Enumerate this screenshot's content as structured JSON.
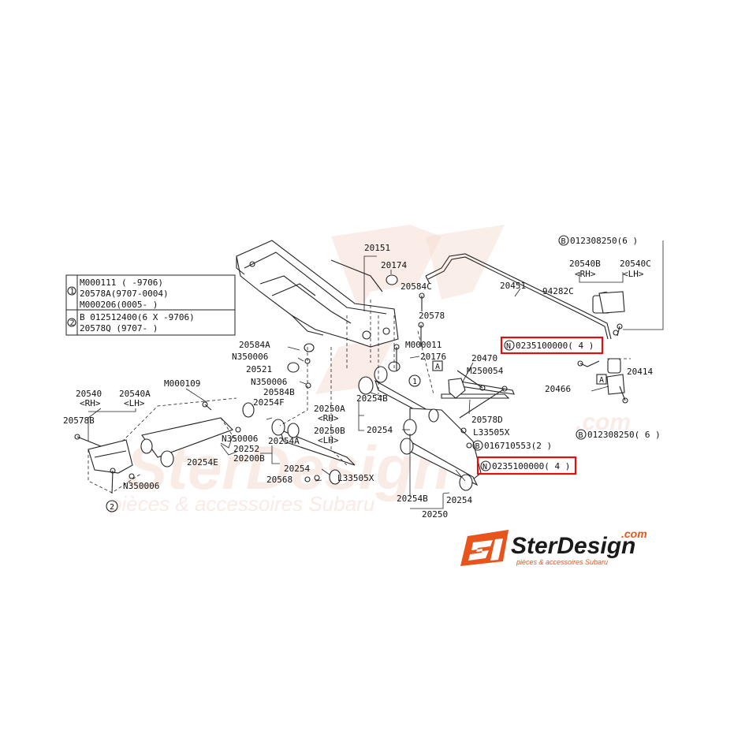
{
  "colors": {
    "highlight": "#e01010",
    "brand_orange": "#e8541c",
    "watermark": "#f2d3c9",
    "line": "#222222"
  },
  "legend": {
    "row1": {
      "marker": "1",
      "lines": [
        "M000111 (      -9706)",
        "20578A(9707-0004)",
        "M000206(0005-     )"
      ]
    },
    "row2": {
      "marker": "2",
      "lines": [
        "B 012512400(6  X     -9706)",
        "20578Q             (9707-     )"
      ]
    }
  },
  "labels": {
    "p20151": "20151",
    "p20174": "20174",
    "p20451": "20451",
    "p_b_top": "012308250(6 )",
    "b_top_marker": "B",
    "p20540B": "20540B",
    "p20540B_side": "<RH>",
    "p20540C": "20540C",
    "p20540C_side": "<LH>",
    "p94282C": "94282C",
    "p20584C": "20584C",
    "p20578": "20578",
    "pM000011": "M000011",
    "p20584A": "20584A",
    "pN350006a": "N350006",
    "p20521": "20521",
    "pN350006b": "N350006",
    "p20584B": "20584B",
    "p20254F": "20254F",
    "p20176": "20176",
    "p20470": "20470",
    "pM250054": "M250054",
    "marker_A1": "A",
    "marker_A2": "A",
    "n_top": "0235100000( 4  )",
    "n_top_marker": "N",
    "p20414": "20414",
    "p20466": "20466",
    "p20254B_a": "20254B",
    "p20250A": "20250A",
    "p20250A_side": "<RH>",
    "p20250B": "20250B",
    "p20250B_side": "<LH>",
    "p20254_a": "20254",
    "p20578D": "20578D",
    "pL33505X_a": "L33505X",
    "p016710553": "016710553(2 )",
    "b_mid_marker": "B",
    "p_b_bot": "012308250( 6  )",
    "b_bot_marker": "B",
    "n_bot": "0235100000( 4  )",
    "n_bot_marker": "N",
    "p20540": "20540",
    "p20540_side": "<RH>",
    "p20540A": "20540A",
    "p20540A_side": "<LH>",
    "pM000109": "M000109",
    "p20578B": "20578B",
    "pN350006c": "N350006",
    "p20254A": "20254A",
    "p20252": "20252",
    "p20200B": "20200B",
    "p20254E": "20254E",
    "pN350006d": "N350006",
    "circle2": "2",
    "circle1": "1",
    "p20254_b": "20254",
    "p20568": "20568",
    "pL33505X_b": "L33505X",
    "p20254B_b": "20254B",
    "p20254_c": "20254",
    "p20250": "20250"
  },
  "watermark": {
    "brand": "SterDesign",
    "com": ".com",
    "tagline": "pièces & accessoires Subaru"
  },
  "logo": {
    "mark": "SJ",
    "brand": "SterDesign",
    "com": ".com",
    "tagline": "pièces & accessoires Subaru"
  },
  "icons": [
    "crossmember-part",
    "sway-bar-part",
    "link-arm-part",
    "bushing-part",
    "bolt-part",
    "bracket-part",
    "steryl-logo-icon"
  ]
}
